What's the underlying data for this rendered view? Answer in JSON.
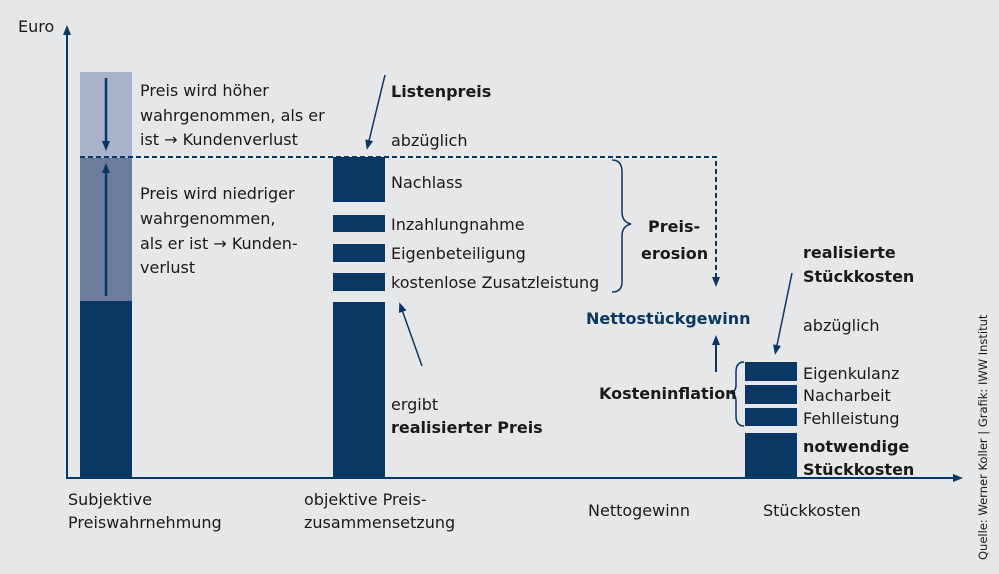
{
  "axis": {
    "y_label": "Euro"
  },
  "categories": {
    "subjective": [
      "Subjektive",
      "Preiswahrnehmung"
    ],
    "objective": [
      "objektive Preis-",
      "zusammensetzung"
    ],
    "net": "Nettogewinn",
    "unit_cost": "Stückkosten"
  },
  "bar1": {
    "upper_text": [
      "Preis wird höher",
      "wahrgenommen, als er",
      "ist → Kundenverlust"
    ],
    "lower_text": [
      "Preis wird niedriger",
      "wahrgenommen,",
      "als er ist → Kunden-",
      "verlust"
    ]
  },
  "bar2": {
    "list_price": "Listenpreis",
    "deduct": "abzüglich",
    "items": [
      "Nachlass",
      "Inzahlungnahme",
      "Eigenbeteiligung",
      "kostenlose Zusatzleistung"
    ],
    "result_prefix": "ergibt",
    "result": "realisierter Preis"
  },
  "erosion": [
    "Preis-",
    "erosion"
  ],
  "net_profit": "Nettostückgewinn",
  "inflation": "Kosteninflation",
  "bar4": {
    "header": [
      "realisierte",
      "Stückkosten"
    ],
    "deduct": "abzüglich",
    "items": [
      "Eigenkulanz",
      "Nacharbeit",
      "Fehlleistung"
    ],
    "base": [
      "notwendige",
      "Stückkosten"
    ]
  },
  "source": "Quelle: Werner Koller | Grafik: IWW Institut",
  "colors": {
    "dark": "#0b3764",
    "mid": "#6b7d9b",
    "light": "#a8b3ca",
    "background": "#e6e7e9"
  }
}
